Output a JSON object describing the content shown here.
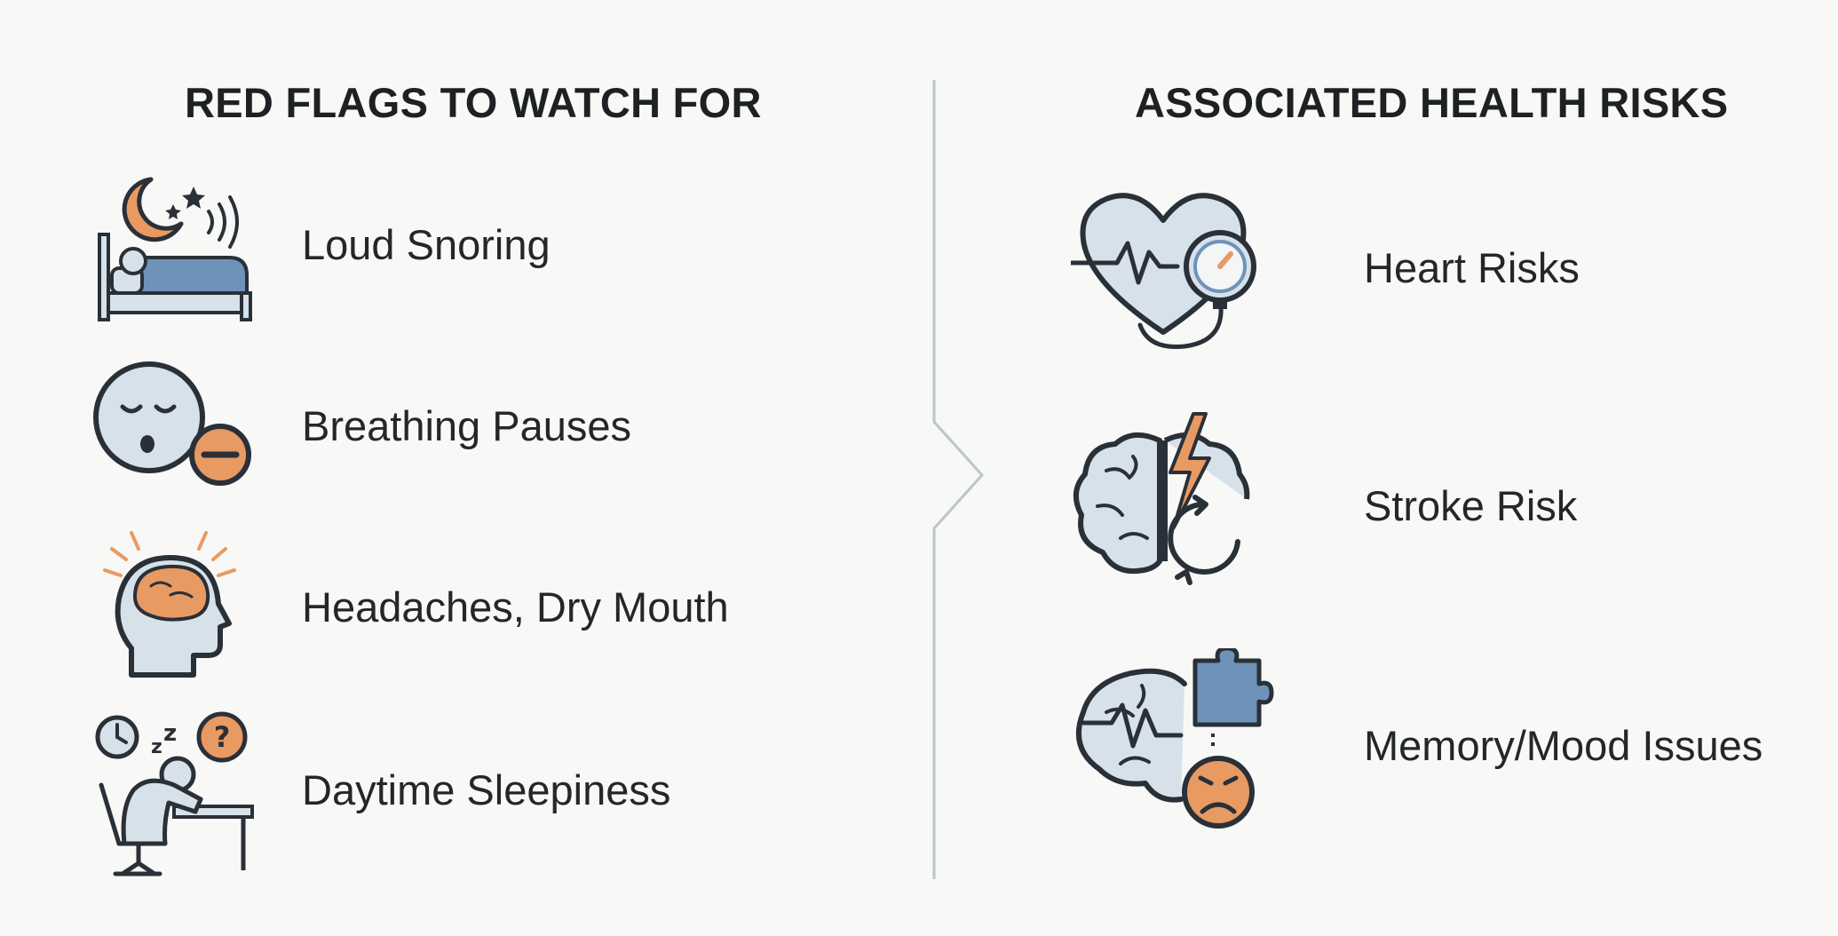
{
  "red_flags": {
    "title": "RED FLAGS TO WATCH FOR",
    "items": [
      {
        "label": "Loud Snoring",
        "icon": "sleeping-in-bed-snoring-icon"
      },
      {
        "label": "Breathing Pauses",
        "icon": "face-with-pause-icon"
      },
      {
        "label": "Headaches, Dry Mouth",
        "icon": "head-with-headache-icon"
      },
      {
        "label": "Daytime Sleepiness",
        "icon": "sleepy-person-at-desk-icon"
      }
    ]
  },
  "health_risks": {
    "title": "ASSOCIATED HEALTH RISKS",
    "items": [
      {
        "label": "Heart Risks",
        "icon": "heart-with-blood-pressure-gauge-icon"
      },
      {
        "label": "Stroke Risk",
        "icon": "brain-with-lightning-icon"
      },
      {
        "label": "Memory/Mood Issues",
        "icon": "brain-puzzle-sad-face-icon"
      }
    ]
  },
  "colors": {
    "accent_orange": "#e89a63",
    "accent_blue": "#6f93b8",
    "fill_light_blue": "#d7e1ea",
    "outline_dark": "#2a3038",
    "divider": "#b9c6cc"
  }
}
